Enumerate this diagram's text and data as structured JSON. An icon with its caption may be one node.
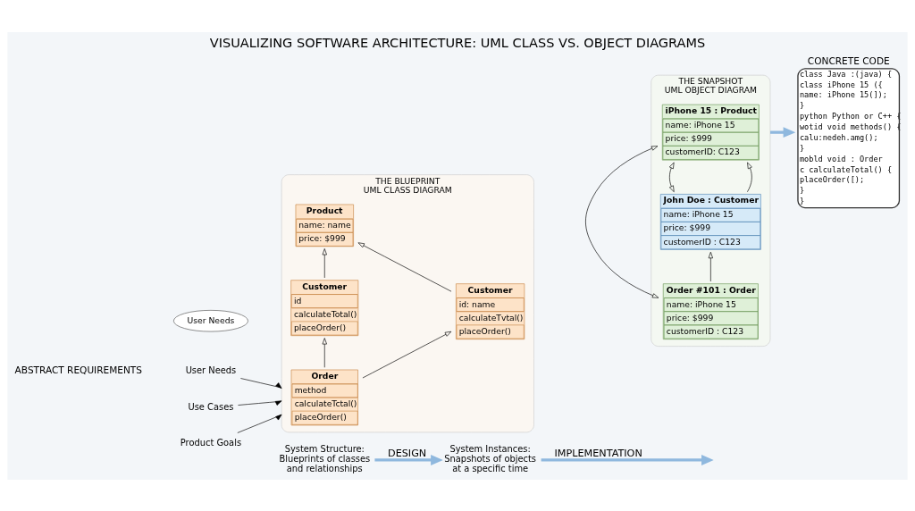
{
  "diagram": {
    "title": "VISUALIZING SOFTWARE ARCHITECTURE: UML CLASS VS. OBJECT DIAGRAMS",
    "nodes": [
      {
        "text": [
          "User Needs"
        ]
      },
      {
        "text": [
          "User Needs"
        ]
      },
      {
        "text": [
          "Use Cases"
        ]
      },
      {
        "text": [
          "Product Goals"
        ]
      },
      {
        "text": [
          "THE BLUEPRINT",
          "UML CLASS DIAGRAM"
        ]
      },
      {
        "text": [
          "Product",
          "name: name",
          "price: $999"
        ],
        "in": 4
      },
      {
        "text": [
          "Customer",
          "id",
          "calculateTotal()",
          "placeOrder()"
        ],
        "in": 4
      },
      {
        "text": [
          "Customer",
          "id: name",
          "calculateTvtal()",
          "placeOrder()"
        ],
        "in": 4
      },
      {
        "text": [
          "Order",
          "method",
          "calculateTctal()",
          "placeOrder()"
        ],
        "in": 4
      },
      {
        "text": [
          "THE SNAPSHOT",
          "UML OBJECT DIAGRAM"
        ]
      },
      {
        "text": [
          "iPhone 15 : Product",
          "name: iPhone 15",
          "price: $999",
          "customerID: C123"
        ],
        "in": 9
      },
      {
        "text": [
          "John Doe : Customer",
          "name: iPhone 15",
          "price: $999",
          "customerID : C123"
        ],
        "in": 9
      },
      {
        "text": [
          "Order #101 : Order",
          "name: iPhone 15",
          "price: $999",
          "customerID : C123"
        ],
        "in": 9
      },
      {
        "text": [
          "CONCRETE CODE",
          "class Java :(java) {",
          "class iPhone 15 ({",
          "name: iPhone 15(]);",
          "}",
          "python Python or C++ {",
          "wotid void methods() {",
          "calu:nedeh.amg();",
          "}",
          "mobld void : Order",
          "c calculateTotal() {",
          "placeOrder([);",
          "}",
          "}"
        ]
      },
      {
        "text": [
          "System Structure: Blueprints of classes and relationships"
        ]
      },
      {
        "text": [
          "System Instances: Snapshots of objects at a specific time"
        ]
      }
    ],
    "edges": [
      {
        "from": 1,
        "to": 4,
        "arrow": "to"
      },
      {
        "from": 2,
        "to": 4,
        "arrow": "to"
      },
      {
        "from": 3,
        "to": 4,
        "arrow": "to"
      },
      {
        "from": 6,
        "to": 5,
        "arrow": "to"
      },
      {
        "from": 7,
        "to": 5,
        "arrow": "to"
      },
      {
        "from": 8,
        "to": 6,
        "arrow": "to"
      },
      {
        "from": 8,
        "to": 7,
        "arrow": "to"
      },
      {
        "from": 11,
        "to": 10,
        "arrow": "to"
      },
      {
        "from": 10,
        "to": 12,
        "arrow": "both"
      },
      {
        "from": 10,
        "to": 11,
        "arrow": "both"
      },
      {
        "from": 12,
        "to": 11,
        "arrow": "to"
      },
      {
        "from": 9,
        "to": 13,
        "arrow": "to",
        "style": "thick",
        "color": "#8fb8de"
      },
      {
        "from": 14,
        "to": 15,
        "arrow": "to",
        "label": "DESIGN",
        "style": "thick",
        "color": "#8fb8de"
      },
      {
        "from": 15,
        "to": null,
        "arrow": "to",
        "label": "IMPLEMENTATION",
        "style": "thick",
        "color": "#8fb8de"
      }
    ],
    "labels": [
      "ABSTRACT REQUIREMENTS"
    ]
  }
}
